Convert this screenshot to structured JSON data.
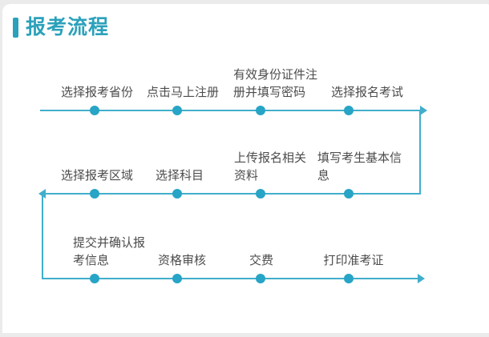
{
  "page": {
    "title": "报考流程"
  },
  "colors": {
    "accent": "#2ba1bb",
    "line": "#41aecb",
    "dot": "#27a4c6",
    "label_text": "#4c4c4c",
    "card_background": "#ffffff",
    "page_background": "#ebebeb"
  },
  "flow": {
    "rows": [
      {
        "direction": "left-to-right",
        "steps": [
          {
            "name": "select-province",
            "label": "选择报考省份",
            "lines": [
              "选择报考省份"
            ]
          },
          {
            "name": "click-register",
            "label": "点击马上注册",
            "lines": [
              "点击马上注册"
            ]
          },
          {
            "name": "id-register-password",
            "label": "有效身份证件注册并填写密码",
            "lines": [
              "有效身份证件注",
              "册并填写密码"
            ]
          },
          {
            "name": "select-exam",
            "label": "选择报名考试",
            "lines": [
              "选择报名考试"
            ]
          }
        ]
      },
      {
        "direction": "right-to-left",
        "steps": [
          {
            "name": "select-area",
            "label": "选择报考区域",
            "lines": [
              "选择报考区域"
            ]
          },
          {
            "name": "select-subject",
            "label": "选择科目",
            "lines": [
              "选择科目"
            ]
          },
          {
            "name": "upload-materials",
            "label": "上传报名相关资料",
            "lines": [
              "上传报名相关",
              "资料"
            ]
          },
          {
            "name": "fill-basic-info",
            "label": "填写考生基本信息",
            "lines": [
              "填写考生基本信",
              "息"
            ]
          }
        ]
      },
      {
        "direction": "left-to-right",
        "steps": [
          {
            "name": "submit-confirm",
            "label": "提交并确认报考信息",
            "lines": [
              "提交并确认报",
              "考信息"
            ]
          },
          {
            "name": "qualification-review",
            "label": "资格审核",
            "lines": [
              "资格审核"
            ]
          },
          {
            "name": "pay-fee",
            "label": "交费",
            "lines": [
              "交费"
            ]
          },
          {
            "name": "print-admission-ticket",
            "label": "打印准考证",
            "lines": [
              "打印准考证"
            ]
          }
        ]
      }
    ]
  }
}
